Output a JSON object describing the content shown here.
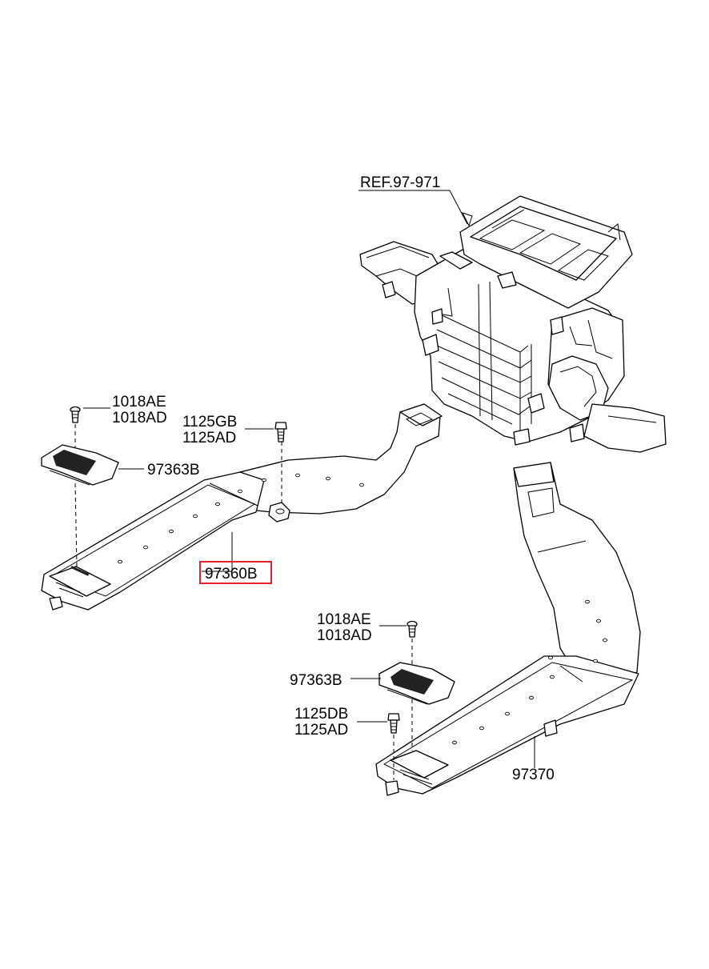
{
  "diagram": {
    "labels": {
      "ref": "REF.97-971",
      "screw_top_1": "1018AE",
      "screw_top_2": "1018AD",
      "bolt_top_1": "1125GB",
      "bolt_top_2": "1125AD",
      "grille_top": "97363B",
      "duct_left": "97360B",
      "screw_bot_1": "1018AE",
      "screw_bot_2": "1018AD",
      "grille_bot": "97363B",
      "bolt_bot_1": "1125DB",
      "bolt_bot_2": "1125AD",
      "duct_right": "97370"
    },
    "highlight_color": "#e8202a"
  }
}
